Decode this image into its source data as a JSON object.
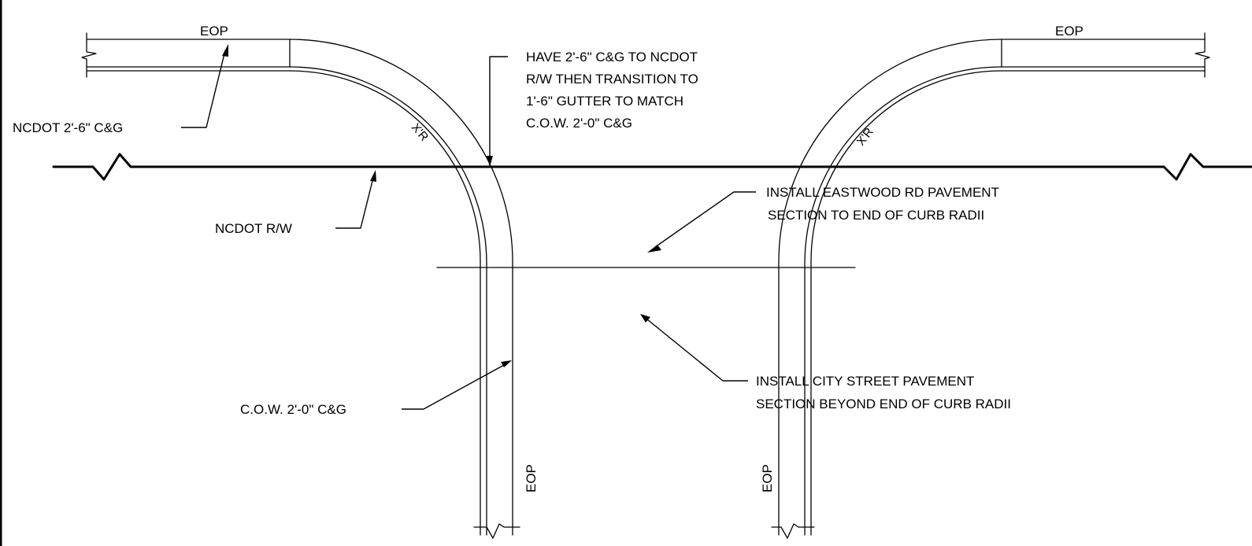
{
  "labels": {
    "eop_top_left": "EOP",
    "eop_top_right": "EOP",
    "eop_bottom_left": "EOP",
    "eop_bottom_right": "EOP",
    "radius_left": "X'R",
    "radius_right": "X'R",
    "ncdot_cg": "NCDOT 2'-6\" C&G",
    "ncdot_rw": "NCDOT R/W",
    "cow_cg": "C.O.W. 2'-0\" C&G"
  },
  "notes": {
    "transition": [
      "HAVE 2'-6\" C&G TO NCDOT",
      "R/W THEN TRANSITION TO",
      "1'-6\" GUTTER TO MATCH",
      "C.O.W. 2'-0\" C&G"
    ],
    "eastwood": [
      "INSTALL EASTWOOD RD PAVEMENT",
      "SECTION TO END OF CURB RADII"
    ],
    "city_street": [
      "INSTALL CITY STREET PAVEMENT",
      "SECTION BEYOND END OF CURB RADII"
    ]
  }
}
